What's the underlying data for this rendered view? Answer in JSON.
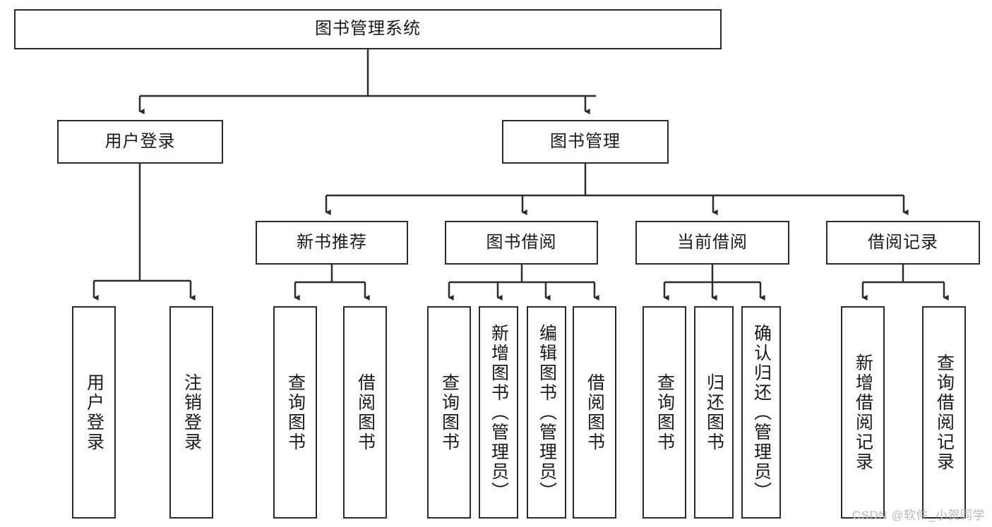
{
  "diagram": {
    "title": "图书管理系统",
    "type": "tree-hierarchy-chart",
    "watermark": "CSDN @软件_小贺同学",
    "colors": {
      "stroke": "#2b2b2b",
      "fill": "#ffffff",
      "text": "#1a1a1a",
      "watermark": "#b9b9b9"
    },
    "nodes": {
      "root": {
        "label": "图书管理系统"
      },
      "level2": [
        {
          "label": "用户登录"
        },
        {
          "label": "图书管理"
        }
      ],
      "level3": [
        {
          "label": "新书推荐"
        },
        {
          "label": "图书借阅"
        },
        {
          "label": "当前借阅"
        },
        {
          "label": "借阅记录"
        }
      ],
      "leaves": [
        {
          "label": "用户登录"
        },
        {
          "label": "注销登录"
        },
        {
          "label": "查询图书"
        },
        {
          "label": "借阅图书"
        },
        {
          "label": "查询图书"
        },
        {
          "label": "新增图书（管理员）"
        },
        {
          "label": "编辑图书（管理员）"
        },
        {
          "label": "借阅图书"
        },
        {
          "label": "查询图书"
        },
        {
          "label": "归还图书"
        },
        {
          "label": "确认归还（管理员）"
        },
        {
          "label": "新增借阅记录"
        },
        {
          "label": "查询借阅记录"
        }
      ]
    }
  }
}
